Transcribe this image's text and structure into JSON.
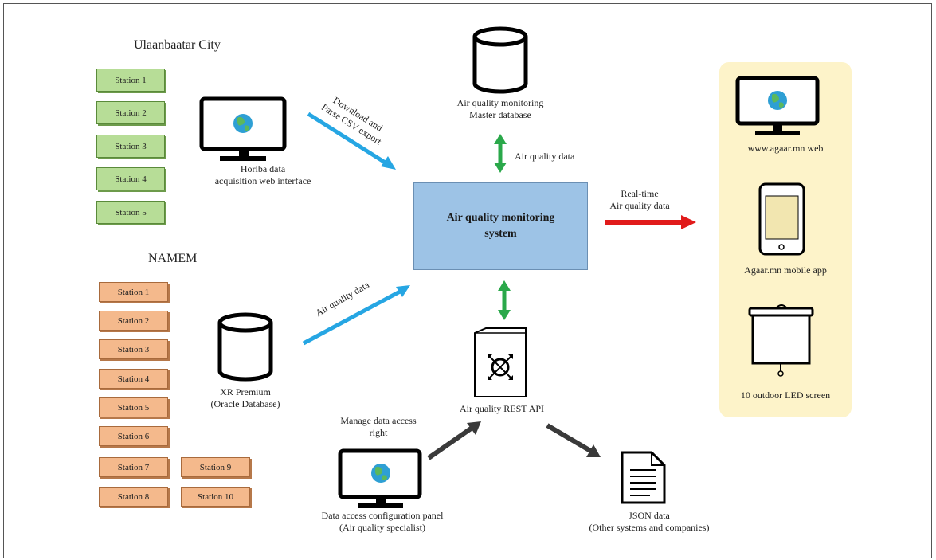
{
  "ulaanbaatar": {
    "title": "Ulaanbaatar  City",
    "stations": [
      "Station 1",
      "Station 2",
      "Station 3",
      "Station 4",
      "Station 5"
    ]
  },
  "namem": {
    "title": "NAMEM",
    "stations": [
      "Station 1",
      "Station 2",
      "Station 3",
      "Station 4",
      "Station 5",
      "Station 6",
      "Station 7",
      "Station 8",
      "Station 9",
      "Station 10"
    ]
  },
  "horiba": {
    "line1": "Horiba  data",
    "line2": "acquisition  web interface"
  },
  "download_arrow": {
    "line1": "Download and",
    "line2": "Parse CSV export"
  },
  "master_db": {
    "line1": "Air  quality  monitoring",
    "line2": "Master database"
  },
  "air_quality_data_top": "Air quality  data",
  "center": {
    "line1": "Air  quality monitoring",
    "line2": "system"
  },
  "realtime": {
    "line1": "Real-time",
    "line2": "Air quality data"
  },
  "xr": {
    "line1": "XR Premium",
    "line2": "(Oracle Database)"
  },
  "air_quality_data_left": "Air quality data",
  "rest_api": "Air quality REST API",
  "manage": {
    "line1": "Manage data access",
    "line2": "right"
  },
  "panel": {
    "line1": "Data access configuration panel",
    "line2": "(Air quality specialist)"
  },
  "json": {
    "line1": "JSON data",
    "line2": "(Other systems and companies)"
  },
  "outputs": {
    "web": "www.agaar.mn  web",
    "mobile": "Agaar.mn  mobile  app",
    "led": "10 outdoor LED  screen"
  },
  "colors": {
    "green_station": "#b7dd97",
    "orange_station": "#f4b98c",
    "center_box": "#9dc3e6",
    "blue_arrow": "#26a6e3",
    "green_arrow": "#2aa84a",
    "red_arrow": "#e11b1b",
    "grey_arrow": "#3a3a3a",
    "panel_bg": "#fdf3c9"
  }
}
